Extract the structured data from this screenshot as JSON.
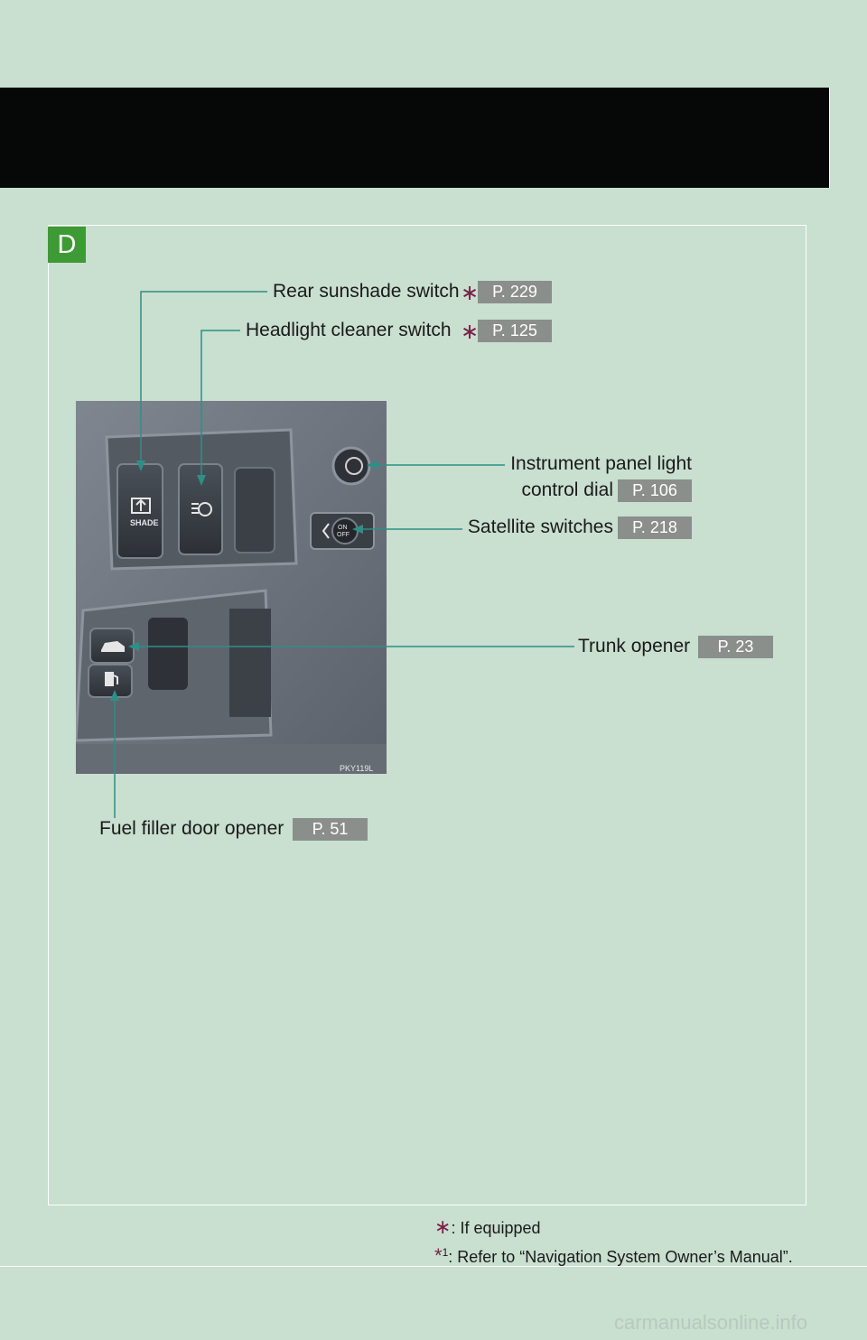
{
  "section": {
    "tab_letter": "D"
  },
  "callouts": {
    "rear_sunshade": {
      "label": "Rear sunshade switch",
      "asterisk": "∗",
      "page": "P. 229"
    },
    "headlight_cleaner": {
      "label": "Headlight cleaner switch",
      "asterisk": "∗",
      "page": "P. 125"
    },
    "instrument_panel": {
      "label_line1": "Instrument panel light",
      "label_line2": "control dial",
      "page": "P. 106"
    },
    "satellite": {
      "label": "Satellite switches",
      "page": "P. 218"
    },
    "trunk": {
      "label": "Trunk opener",
      "page": "P. 23"
    },
    "fuel": {
      "label": "Fuel filler door opener",
      "page": "P. 51"
    }
  },
  "photo": {
    "code": "PKY119L",
    "shade_button_text": "SHADE",
    "dial_text_on": "ON",
    "dial_text_off": "OFF"
  },
  "footnotes": {
    "note1_mark": "∗",
    "note1_text": ": If equipped",
    "note2_mark": "*",
    "note2_sup": "1",
    "note2_text": ": Refer to “Navigation System Owner’s Manual”."
  },
  "watermark": "carmanualsonline.info",
  "colors": {
    "page_background": "#c9dfd0",
    "header_band": "#050807",
    "section_tab": "#3d9a34",
    "page_ref_badge": "#8a8f8c",
    "asterisk": "#7c1f4a",
    "leader_line": "#2e8f86"
  }
}
